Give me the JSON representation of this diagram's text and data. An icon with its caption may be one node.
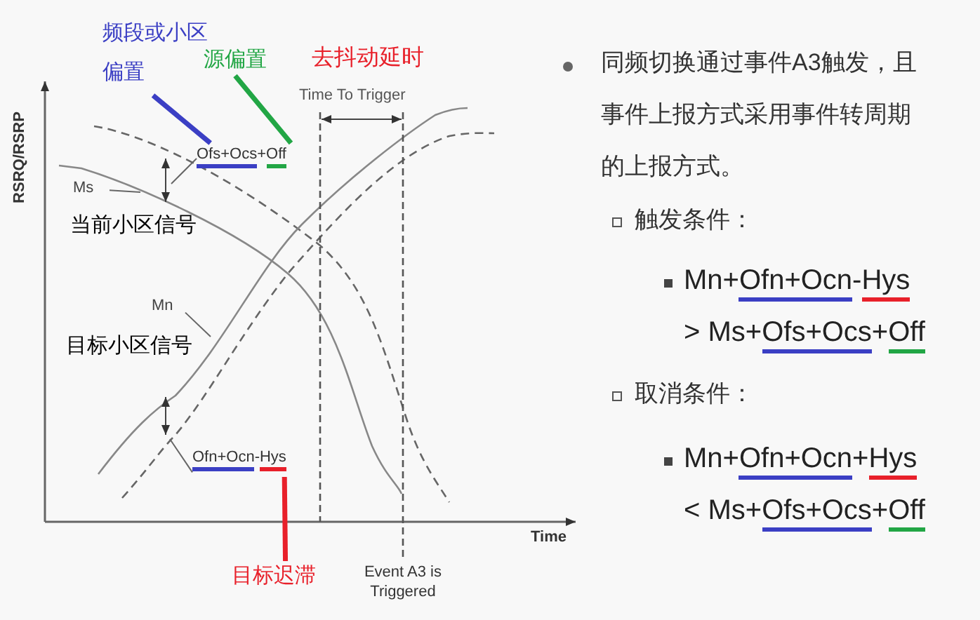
{
  "diagram": {
    "nodes": [
      {
        "text": [
          "频段或小区偏置"
        ]
      },
      {
        "text": [
          "源偏置"
        ]
      },
      {
        "text": [
          "Ofs+Ocs+Off"
        ]
      },
      {
        "text": [
          "Ms"
        ]
      },
      {
        "text": [
          "Mn"
        ]
      },
      {
        "text": [
          "Ofn+Ocn-Hys"
        ]
      },
      {
        "text": [
          "目标迟滞"
        ]
      }
    ],
    "edges": [
      {
        "from": 0,
        "to": 2,
        "arrow": "none",
        "style": "thick",
        "color": "#3b3fc4"
      },
      {
        "from": 1,
        "to": 2,
        "arrow": "none",
        "style": "thick",
        "color": "#22a645"
      },
      {
        "from": 6,
        "to": 5,
        "arrow": "none",
        "style": "thick",
        "color": "#e8202a"
      },
      {
        "from": 2,
        "to": null,
        "arrow": "none"
      },
      {
        "from": 3,
        "to": null,
        "arrow": "none"
      },
      {
        "from": 4,
        "to": null,
        "arrow": "none"
      },
      {
        "from": 5,
        "to": null,
        "arrow": "none"
      }
    ],
    "labels": [
      "去抖动延时",
      "Time To Trigger",
      "RSRQ/RSRP",
      "当前小区信号",
      "目标小区信号",
      "Time",
      "Event A3 is Triggered",
      "同频切换通过事件A3触发，且事件上报方式采用事件转周期的上报方式。",
      "触发条件：",
      "Mn+Ofn+Ocn-Hys",
      "> Ms+Ofs+Ocs+Off",
      "取消条件：",
      "Mn+Ofn+Ocn+Hys",
      "< Ms+Ofs+Ocs+Off"
    ]
  }
}
